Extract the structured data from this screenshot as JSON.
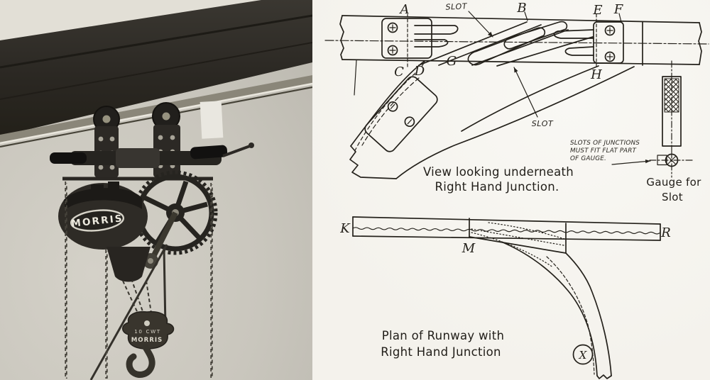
{
  "photo": {
    "hoist_brand": "MORRIS",
    "hook_capacity": "10 CWT",
    "hook_brand": "MORRIS"
  },
  "top_diagram": {
    "caption": {
      "line1": "View looking underneath",
      "line2": "Right Hand Junction."
    },
    "slot_top": "SLOT",
    "slot_bottom": "SLOT",
    "labels": {
      "a": "A",
      "b": "B",
      "c": "C",
      "d": "D",
      "e": "E",
      "f": "F",
      "g": "G",
      "h": "H"
    },
    "note": {
      "line1": "SLOTS OF JUNCTIONS",
      "line2": "MUST FIT FLAT PART",
      "line3": "OF GAUGE."
    },
    "gauge_caption": {
      "line1": "Gauge for",
      "line2": "Slot"
    }
  },
  "bottom_diagram": {
    "caption": {
      "line1": "Plan of Runway with",
      "line2": "Right Hand Junction"
    },
    "labels": {
      "k": "K",
      "m": "M",
      "r": "R",
      "x": "X"
    }
  },
  "colors": {
    "paper": "#f7f5f0",
    "ink": "#24211b",
    "photo_background": "#c9c6bd",
    "photo_dark": "#2b2823"
  }
}
